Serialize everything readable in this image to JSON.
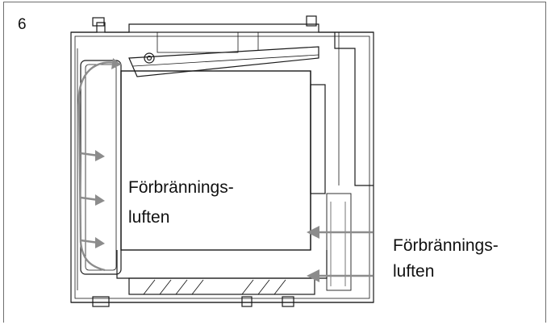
{
  "figure": {
    "number": "6",
    "labels": {
      "left_line1": "Förbrännings-",
      "left_line2": "luften",
      "right_line1": "Förbrännings-",
      "right_line2": "luften"
    }
  },
  "colors": {
    "line": "#1a1a1a",
    "arrow": "#8c8c8c",
    "frame": "#6e6e6e"
  }
}
